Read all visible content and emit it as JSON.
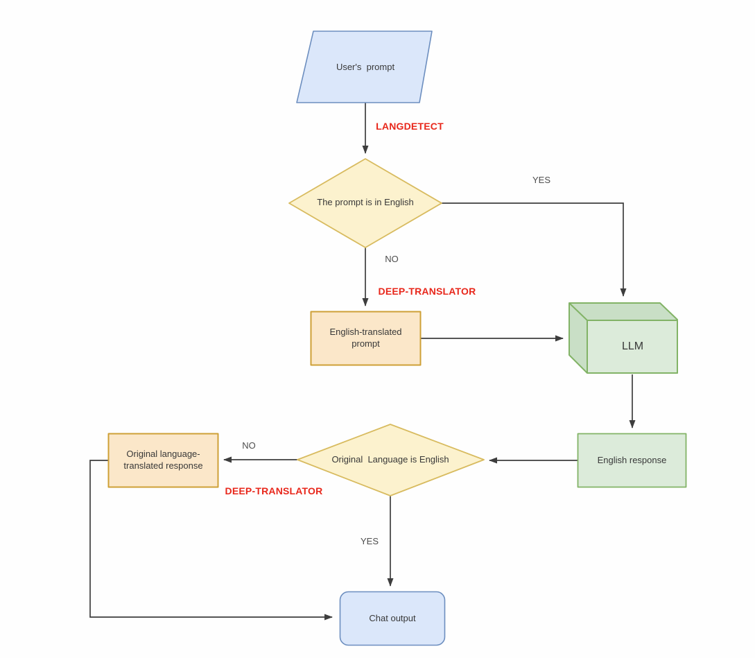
{
  "nodes": {
    "user_prompt": {
      "label": "User's  prompt",
      "shape": "parallelogram",
      "fill": "#DBE7FA",
      "stroke": "#6C8EBF"
    },
    "prompt_is_english": {
      "label": "The prompt is in English",
      "shape": "decision-diamond",
      "fill": "#FCF2CE",
      "stroke": "#D8BB5F"
    },
    "translated_prompt": {
      "label": "English-translated prompt",
      "shape": "rectangle",
      "fill": "#FBE7C9",
      "stroke": "#CEA036"
    },
    "llm": {
      "label": "LLM",
      "shape": "cube",
      "fill": "#DCEBDA",
      "side_fill": "#C9DFC6",
      "stroke": "#82B366"
    },
    "english_response": {
      "label": "English response",
      "shape": "rectangle",
      "fill": "#DCEBDA",
      "stroke": "#82B366"
    },
    "original_language_is_english": {
      "label": "Original  Language is English",
      "shape": "decision-diamond",
      "fill": "#FCF2CE",
      "stroke": "#D8BB5F"
    },
    "translated_response": {
      "label": "Original language-translated response",
      "shape": "rectangle",
      "fill": "#FBE7C9",
      "stroke": "#CEA036"
    },
    "chat_output": {
      "label": "Chat output",
      "shape": "rounded-rectangle",
      "fill": "#DBE7FA",
      "stroke": "#6C8EBF"
    }
  },
  "edges": [
    {
      "from": "user_prompt",
      "to": "prompt_is_english",
      "tool": "LANGDETECT"
    },
    {
      "from": "prompt_is_english",
      "to": "llm",
      "label": "YES"
    },
    {
      "from": "prompt_is_english",
      "to": "translated_prompt",
      "label": "NO",
      "tool": "DEEP-TRANSLATOR"
    },
    {
      "from": "translated_prompt",
      "to": "llm"
    },
    {
      "from": "llm",
      "to": "english_response"
    },
    {
      "from": "english_response",
      "to": "original_language_is_english"
    },
    {
      "from": "original_language_is_english",
      "to": "translated_response",
      "label": "NO",
      "tool": "DEEP-TRANSLATOR"
    },
    {
      "from": "original_language_is_english",
      "to": "chat_output",
      "label": "YES"
    },
    {
      "from": "translated_response",
      "to": "chat_output"
    }
  ],
  "colors": {
    "background": "#FEFEFE",
    "edge": "#3D3D3D",
    "label_text": "#383838",
    "edge_label_text": "#4D4D4D",
    "tool_label": "#E8271B"
  }
}
